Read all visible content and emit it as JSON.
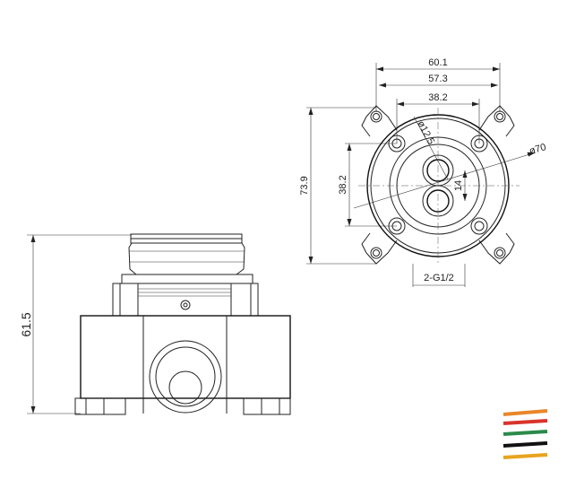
{
  "top_view": {
    "dim_outer_bolt": "60.1",
    "dim_mid_bolt": "57.3",
    "dim_inner_bolt": "38.2",
    "dim_height_overall": "73.9",
    "dim_height_inner": "38.2",
    "dim_port_dia": "ø12.5",
    "dim_port_spacing": "14",
    "dim_body_dia": "ø70",
    "dim_thread": "2-G1/2"
  },
  "side_view": {
    "dim_height": "61.5"
  },
  "logo": {
    "stripe_colors": [
      "#e8872a",
      "#d8342c",
      "#2a8a4a",
      "#111111",
      "#e8a41e"
    ]
  }
}
